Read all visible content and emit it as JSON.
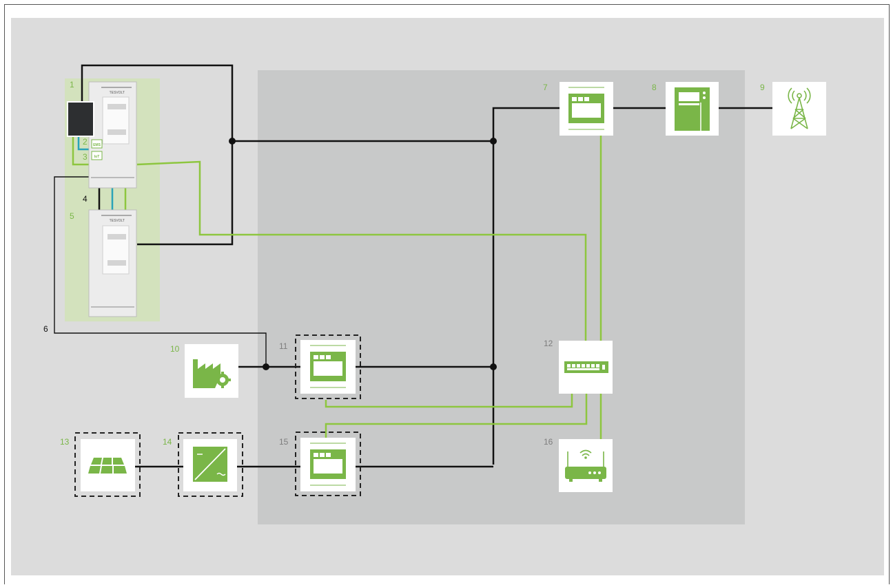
{
  "colors": {
    "outer_background": "#dcdcdc",
    "inner_panel": "#c8c9c9",
    "storage_highlight": "#d3e2bd",
    "accent_green": "#7ab648",
    "power_line": "#111111",
    "data_line": "#8dc63f",
    "cyan_link": "#2aa3b8"
  },
  "storage": {
    "brand": "TESVOLT",
    "cabinet_labels": {
      "ems": "EMS",
      "iot": "IoT"
    }
  },
  "nodes": [
    {
      "number": "1",
      "icon": "battery-master-cabinet-icon"
    },
    {
      "number": "2",
      "icon": ""
    },
    {
      "number": "3",
      "icon": ""
    },
    {
      "number": "4",
      "icon": ""
    },
    {
      "number": "5",
      "icon": "battery-slave-cabinet-icon"
    },
    {
      "number": "6",
      "icon": ""
    },
    {
      "number": "7",
      "icon": "energy-meter-icon"
    },
    {
      "number": "8",
      "icon": "distribution-cabinet-icon"
    },
    {
      "number": "9",
      "icon": "transmission-tower-icon"
    },
    {
      "number": "10",
      "icon": "factory-gear-icon"
    },
    {
      "number": "11",
      "icon": "energy-meter-icon"
    },
    {
      "number": "12",
      "icon": "network-switch-icon"
    },
    {
      "number": "13",
      "icon": "solar-panel-icon"
    },
    {
      "number": "14",
      "icon": "inverter-icon"
    },
    {
      "number": "15",
      "icon": "energy-meter-icon"
    },
    {
      "number": "16",
      "icon": "wifi-router-icon"
    }
  ]
}
